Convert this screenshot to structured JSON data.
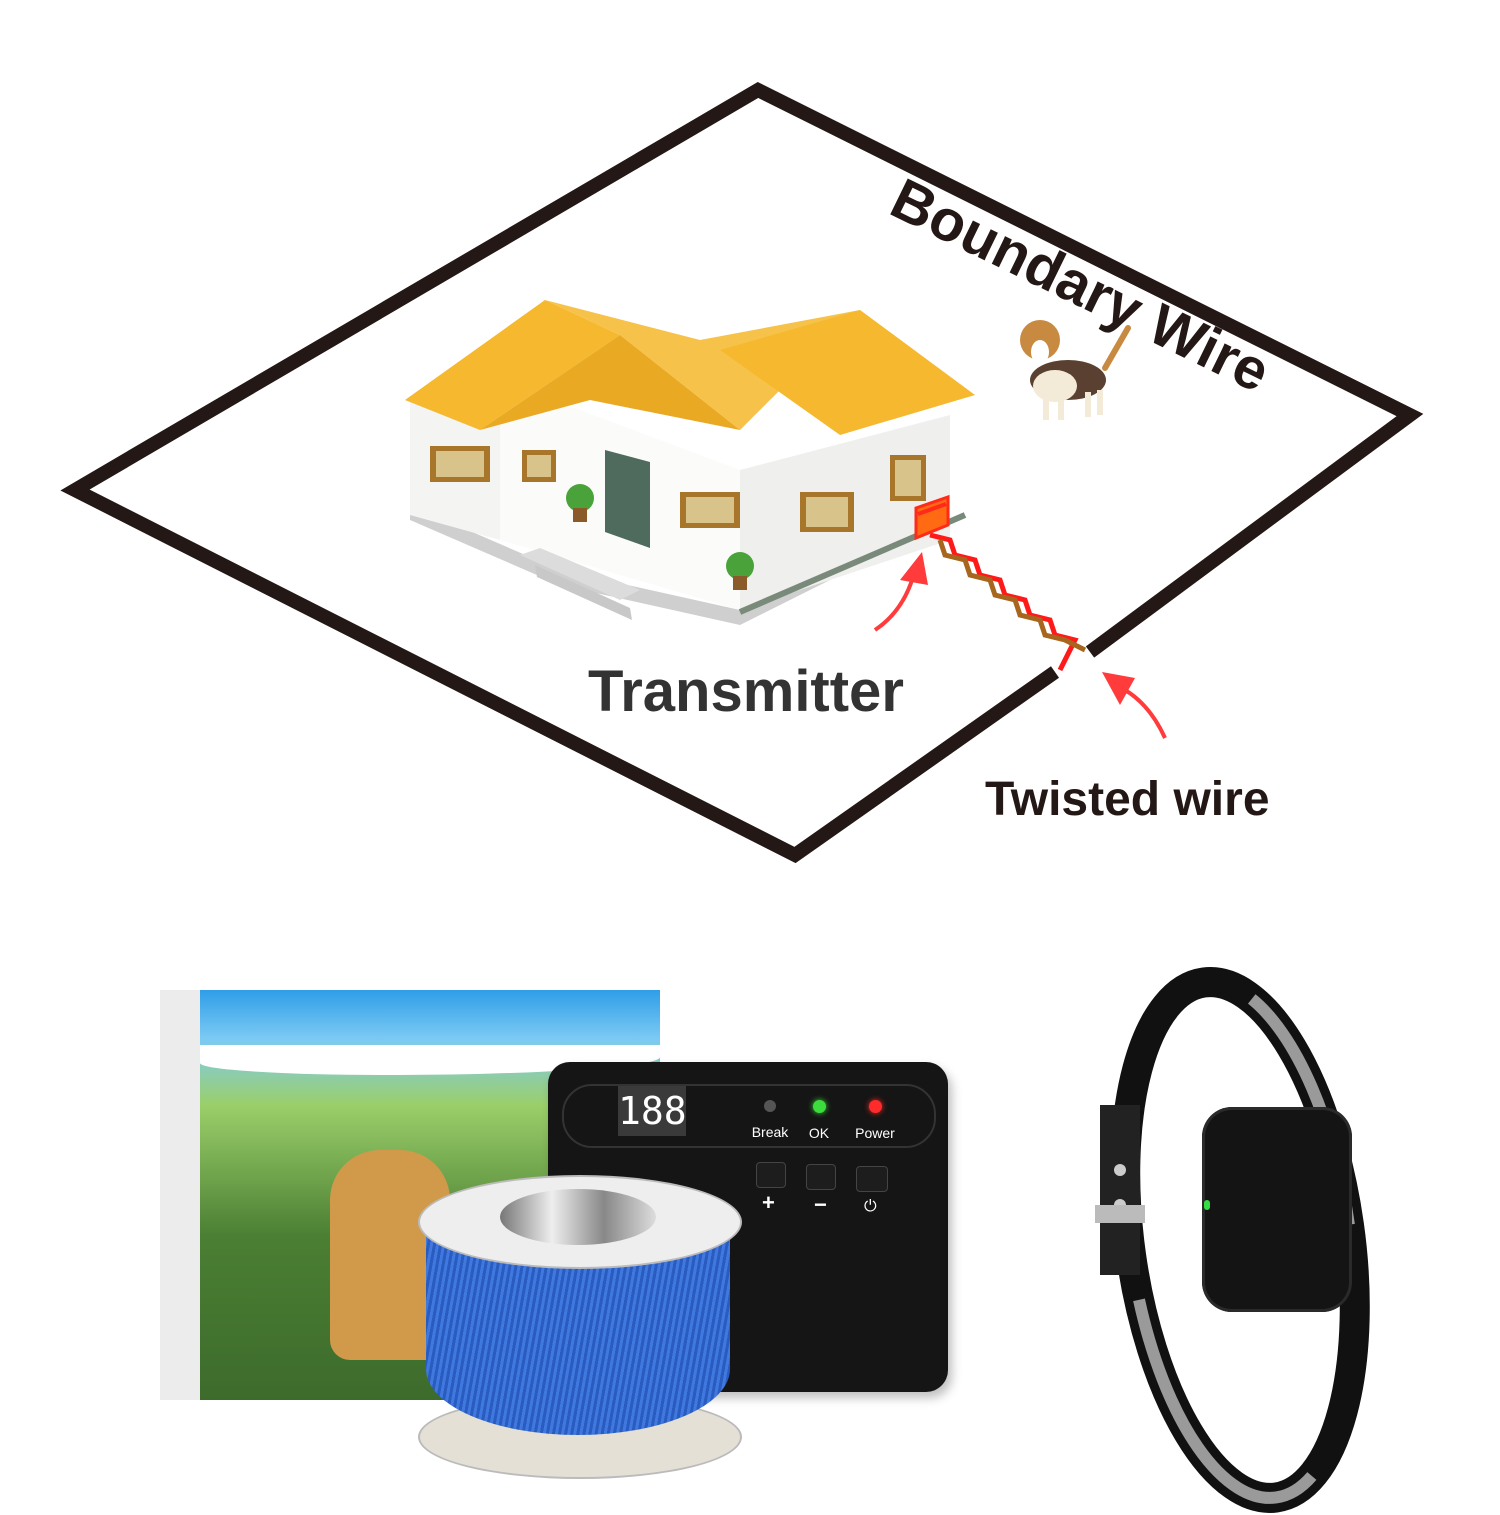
{
  "diagram": {
    "labels": {
      "boundary_wire": "Boundary Wire",
      "transmitter": "Transmitter",
      "twisted_wire": "Twisted wire"
    },
    "colors": {
      "boundary": "#231815",
      "roof": "#F5B82E",
      "wall": "#F7F7F5",
      "twisted_red": "#FF1A1A",
      "twisted_brown": "#A8651E",
      "arrow": "#FF3B3B",
      "transmitter_box": "#FF6A13"
    }
  },
  "products": {
    "transmitter": {
      "display": "188",
      "indicators": [
        {
          "label": "Break",
          "color": "#555555"
        },
        {
          "label": "OK",
          "color": "#3DDC3D"
        },
        {
          "label": "Power",
          "color": "#FF2A2A"
        }
      ],
      "buttons": [
        {
          "symbol": "+"
        },
        {
          "symbol": "−"
        },
        {
          "symbol": "⏻"
        }
      ]
    },
    "wire_spool_color": "#2F63C8",
    "collar": {
      "led_color": "#33DD44"
    }
  }
}
